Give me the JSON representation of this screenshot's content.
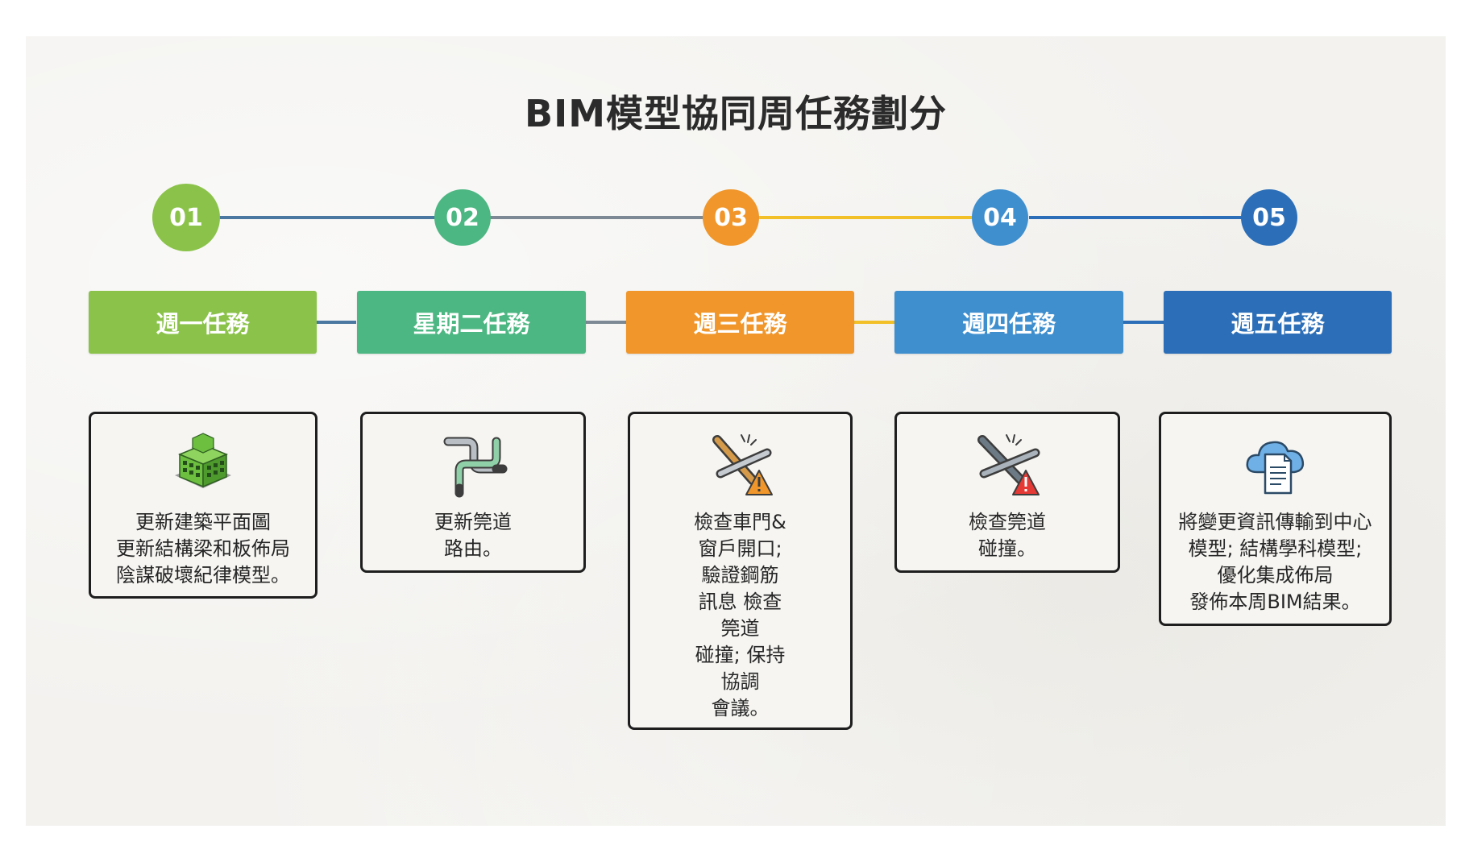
{
  "title": "BIM模型協同周任務劃分",
  "colors": {
    "step1": "#8bc34a",
    "step2": "#4cb782",
    "step3": "#f0962a",
    "step4": "#3f8fcf",
    "step5": "#2c6fb8",
    "connector_blue": "#4a78a0",
    "connector_gray": "#7d8a95",
    "connector_yellow": "#f2c029"
  },
  "steps": [
    {
      "number": "01",
      "header": "週一任務",
      "icon": "green-building-icon",
      "lines": [
        "更新建築平面圖",
        "更新結構梁和板佈局",
        "陰謀破壞紀律模型。"
      ]
    },
    {
      "number": "02",
      "header": "星期二任務",
      "icon": "pipe-routing-icon",
      "lines": [
        "更新筦道",
        "路由。"
      ]
    },
    {
      "number": "03",
      "header": "週三任務",
      "icon": "pipe-clash-warning-icon",
      "lines": [
        "檢查車門&",
        "窗戶開口;",
        "驗證鋼筋",
        "訊息 檢查",
        "筦道",
        "碰撞; 保持",
        "協調",
        "會議。"
      ]
    },
    {
      "number": "04",
      "header": "週四任務",
      "icon": "pipe-collision-alert-icon",
      "lines": [
        "檢查筦道",
        "碰撞。"
      ]
    },
    {
      "number": "05",
      "header": "週五任務",
      "icon": "cloud-document-icon",
      "lines": [
        "將變更資訊傳輸到中心",
        "模型; 結構學科模型;",
        "優化集成佈局",
        "發佈本周BIM結果。"
      ]
    }
  ]
}
